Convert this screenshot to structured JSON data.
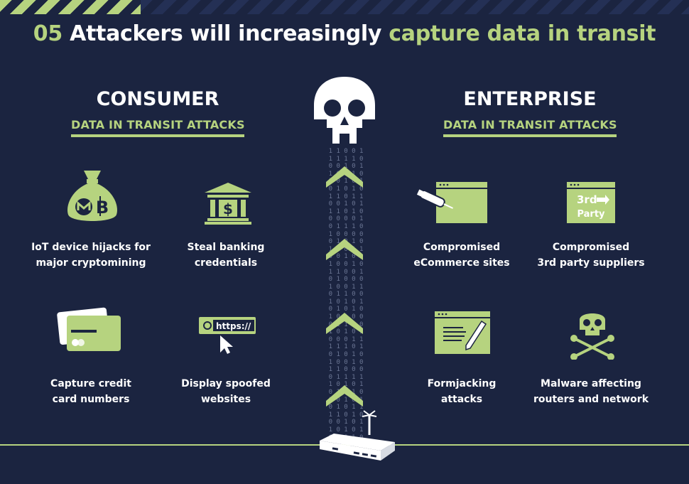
{
  "title": {
    "number": "05",
    "part1": "Attackers will increasingly",
    "part2": "capture data in transit"
  },
  "consumer": {
    "heading": "CONSUMER",
    "subheading": "DATA IN TRANSIT ATTACKS",
    "items": [
      {
        "line1": "IoT device hijacks for",
        "line2": "major cryptomining",
        "icon": "crypto-moneybag-icon"
      },
      {
        "line1": "Steal banking",
        "line2": "credentials",
        "icon": "bank-icon"
      },
      {
        "line1": "Capture credit",
        "line2": "card numbers",
        "icon": "credit-card-icon"
      },
      {
        "line1": "Display spoofed",
        "line2": "websites",
        "icon": "spoofed-url-icon",
        "url_text": "https://"
      }
    ]
  },
  "enterprise": {
    "heading": "ENTERPRISE",
    "subheading": "DATA IN TRANSIT ATTACKS",
    "items": [
      {
        "line1": "Compromised",
        "line2": "eCommerce sites",
        "icon": "syringe-browser-icon"
      },
      {
        "line1": "Compromised",
        "line2": "3rd party suppliers",
        "icon": "third-party-icon",
        "badge_top": "3rd",
        "badge_bottom": "Party"
      },
      {
        "line1": "Formjacking",
        "line2": "attacks",
        "icon": "form-pen-icon"
      },
      {
        "line1": "Malware affecting",
        "line2": "routers and network",
        "icon": "skull-network-icon"
      }
    ]
  },
  "center": {
    "binary": [
      "1 1 0 0 1",
      "1 1 1 1 0",
      "0 0 1 0 1",
      "1 0 1 1 0",
      "1 0 1 0 1",
      "0 1 0 1 0",
      "1 1 0 1 1",
      "0 0 1 0 1",
      "1 1 0 1 0",
      "0 0 0 0 1",
      "0 1 1 1 0",
      "1 0 0 0 0",
      "0 1 0 1 0",
      "1 1 0 1 1",
      "0 0 1 0 1",
      "1 0 0 1 0",
      "1 1 0 0 1",
      "0 1 0 0 0",
      "1 0 0 1 1",
      "0 1 1 0 0",
      "1 0 1 0 1",
      "0 1 0 1 0",
      "1 0 1 0 0",
      "0 1 1 1 0",
      "1 0 1 0 1",
      "0 0 0 1 1",
      "1 1 1 0 1",
      "0 1 0 1 0",
      "1 0 0 1 0",
      "1 1 0 0 0",
      "0 1 1 1 1",
      "1 0 1 0 1",
      "0 1 1 1 0",
      "1 0 1 0 1",
      "0 1 0 1 1",
      "1 1 0 1 0",
      "0 0 1 0 1",
      "1 0 1 0 1",
      "0 1 0 1 0"
    ],
    "colors": {
      "accent": "#b6d37f",
      "background": "#1b2440",
      "white": "#ffffff"
    }
  }
}
